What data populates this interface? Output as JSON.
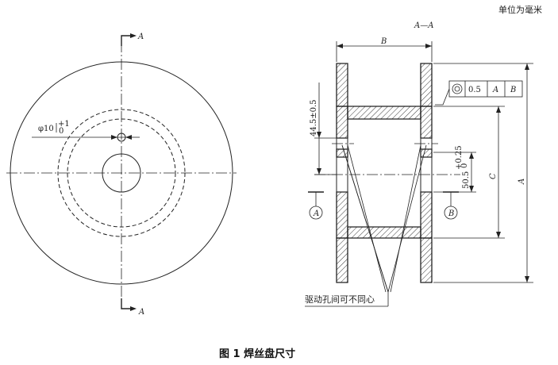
{
  "unit_note": "单位为毫米",
  "caption": "图 1   焊丝盘尺寸",
  "front_view": {
    "section_letter_top": "A",
    "section_letter_bottom": "A",
    "hole_dim_prefix": "φ10",
    "hole_tol_upper": "+1",
    "hole_tol_lower": "0"
  },
  "section_view": {
    "title": "A—A",
    "dim_B": "B",
    "dim_C": "C",
    "dim_A": "A",
    "dim_upper": "44.5±0.5",
    "dim_lower": "50.5",
    "dim_lower_tol_upper": "+0.25",
    "dim_lower_tol_lower": "0",
    "datum_A": "A",
    "datum_B": "B",
    "fcf_value": "0.5",
    "fcf_ref1": "A",
    "fcf_ref2": "B",
    "note": "驱动孔间可不同心"
  }
}
